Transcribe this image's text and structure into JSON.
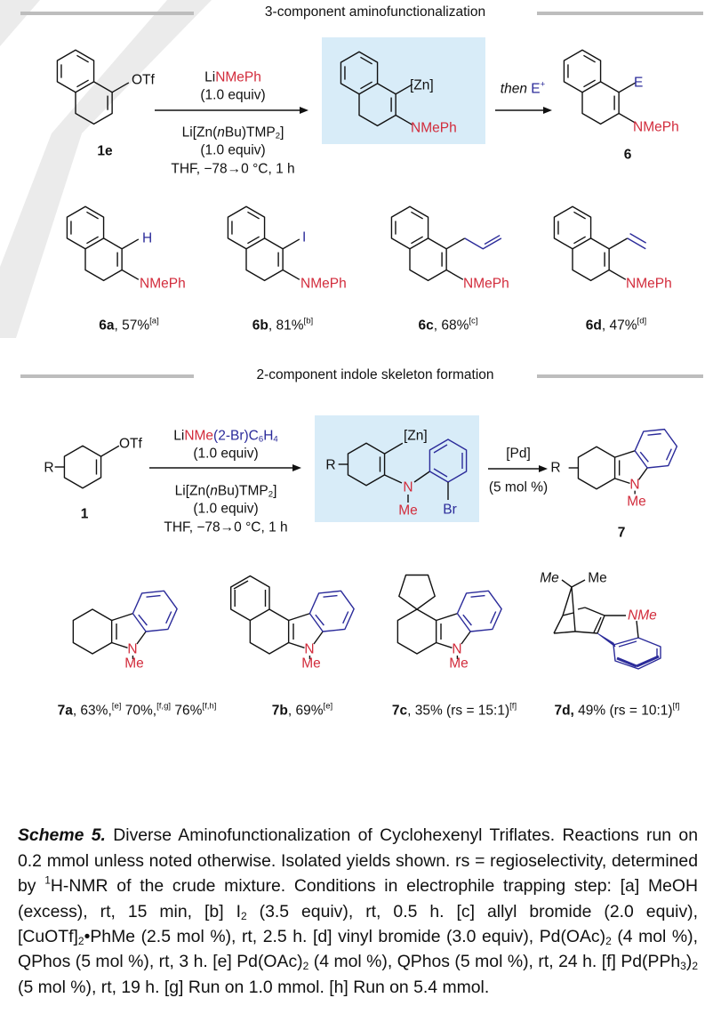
{
  "section1": {
    "title": "3-component aminofunctionalization",
    "start": {
      "otf": "OTf",
      "label": "1e"
    },
    "reagents": {
      "amide_li": "Li",
      "amide_n": "NMePh",
      "amide_equiv": "(1.0 equiv)",
      "zincate_a": "Li[Zn(",
      "zincate_n": "n",
      "zincate_b": "Bu)TMP",
      "zincate_sub": "2",
      "zincate_c": "]",
      "zincate_equiv": "(1.0 equiv)",
      "conditions": "THF, −78→0 °C, 1 h"
    },
    "intermediate": {
      "zn": "[Zn]",
      "amine": "NMePh"
    },
    "step2": {
      "then": "then",
      "e": "E",
      "plus": "+"
    },
    "product": {
      "e": "E",
      "amine": "NMePh",
      "label": "6"
    },
    "products": [
      {
        "sub": "H",
        "amine": "NMePh",
        "id": "6a",
        "yield": ", 57%",
        "note": "[a]"
      },
      {
        "sub": "I",
        "amine": "NMePh",
        "id": "6b",
        "yield": ", 81%",
        "note": "[b]"
      },
      {
        "amine": "NMePh",
        "id": "6c",
        "yield": ", 68%",
        "note": "[c]"
      },
      {
        "amine": "NMePh",
        "id": "6d",
        "yield": ", 47%",
        "note": "[d]"
      }
    ]
  },
  "section2": {
    "title": "2-component indole skeleton formation",
    "start": {
      "otf": "OTf",
      "r": "R",
      "label": "1"
    },
    "reagents": {
      "amide_li": "Li",
      "amide_n": "NMe",
      "amide_aryl": "(2-Br)C",
      "amide_sub6": "6",
      "amide_h": "H",
      "amide_sub4": "4",
      "amide_equiv": "(1.0 equiv)",
      "zincate_a": "Li[Zn(",
      "zincate_n": "n",
      "zincate_b": "Bu)TMP",
      "zincate_sub": "2",
      "zincate_c": "]",
      "zincate_equiv": "(1.0 equiv)",
      "conditions": "THF, −78→0 °C, 1 h"
    },
    "intermediate": {
      "r": "R",
      "zn": "[Zn]",
      "n": "N",
      "me": "Me",
      "br": "Br"
    },
    "catalyst": {
      "pd": "[Pd]",
      "loading": "(5 mol %)"
    },
    "product": {
      "r": "R",
      "n": "N",
      "me": "Me",
      "label": "7"
    },
    "products": [
      {
        "n": "N",
        "me": "Me",
        "id": "7a",
        "y1": ", 63%,",
        "n1": "[e]",
        "y2": " 70%,",
        "n2": "[f,g]",
        "y3": " 76%",
        "n3": "[f,h]"
      },
      {
        "n": "N",
        "me": "Me",
        "id": "7b",
        "yield": ", 69%",
        "note": "[e]"
      },
      {
        "n": "N",
        "me": "Me",
        "id": "7c",
        "yield": ", 35% (rs = 15:1)",
        "note": "[f]"
      },
      {
        "me_left": "Me",
        "me_right": "Me",
        "nme": "NMe",
        "id": "7d,",
        "yield": " 49% (rs = 10:1)",
        "note": "[f]"
      }
    ]
  },
  "caption": {
    "label": "Scheme 5.",
    "s1": " Diverse Aminofunctionalization of Cyclohexenyl Triflates. Reactions run on 0.2 mmol unless noted otherwise. Isolated yields shown. rs = regioselectivity, determined by ",
    "sup1": "1",
    "s2": "H-NMR of the crude mixture. Conditions in electrophile trapping step: [a] MeOH (excess), rt, 15 min, [b] I",
    "sub1": "2",
    "s3": " (3.5 equiv), rt, 0.5 h. [c] allyl bromide (2.0 equiv), [CuOTf]",
    "sub2": "2",
    "s4": "•PhMe (2.5 mol %), rt, 2.5 h. [d] vinyl bromide (3.0 equiv), Pd(OAc)",
    "sub3": "2",
    "s5": " (4 mol %), QPhos (5 mol %), rt, 3 h. [e] Pd(OAc)",
    "sub4": "2",
    "s6": " (4 mol %), QPhos (5 mol %), rt, 24 h. [f] Pd(PPh",
    "sub5": "3",
    "s7": ")",
    "sub6": "2",
    "s8": " (5 mol %), rt, 19 h. [g] Run on 1.0 mmol. [h] Run on 5.4 mmol."
  },
  "colors": {
    "amine": "#d22b3b",
    "electrophile": "#2b2b9a",
    "highlight": "#d8ecf8",
    "rule": "#bdbdbd"
  }
}
